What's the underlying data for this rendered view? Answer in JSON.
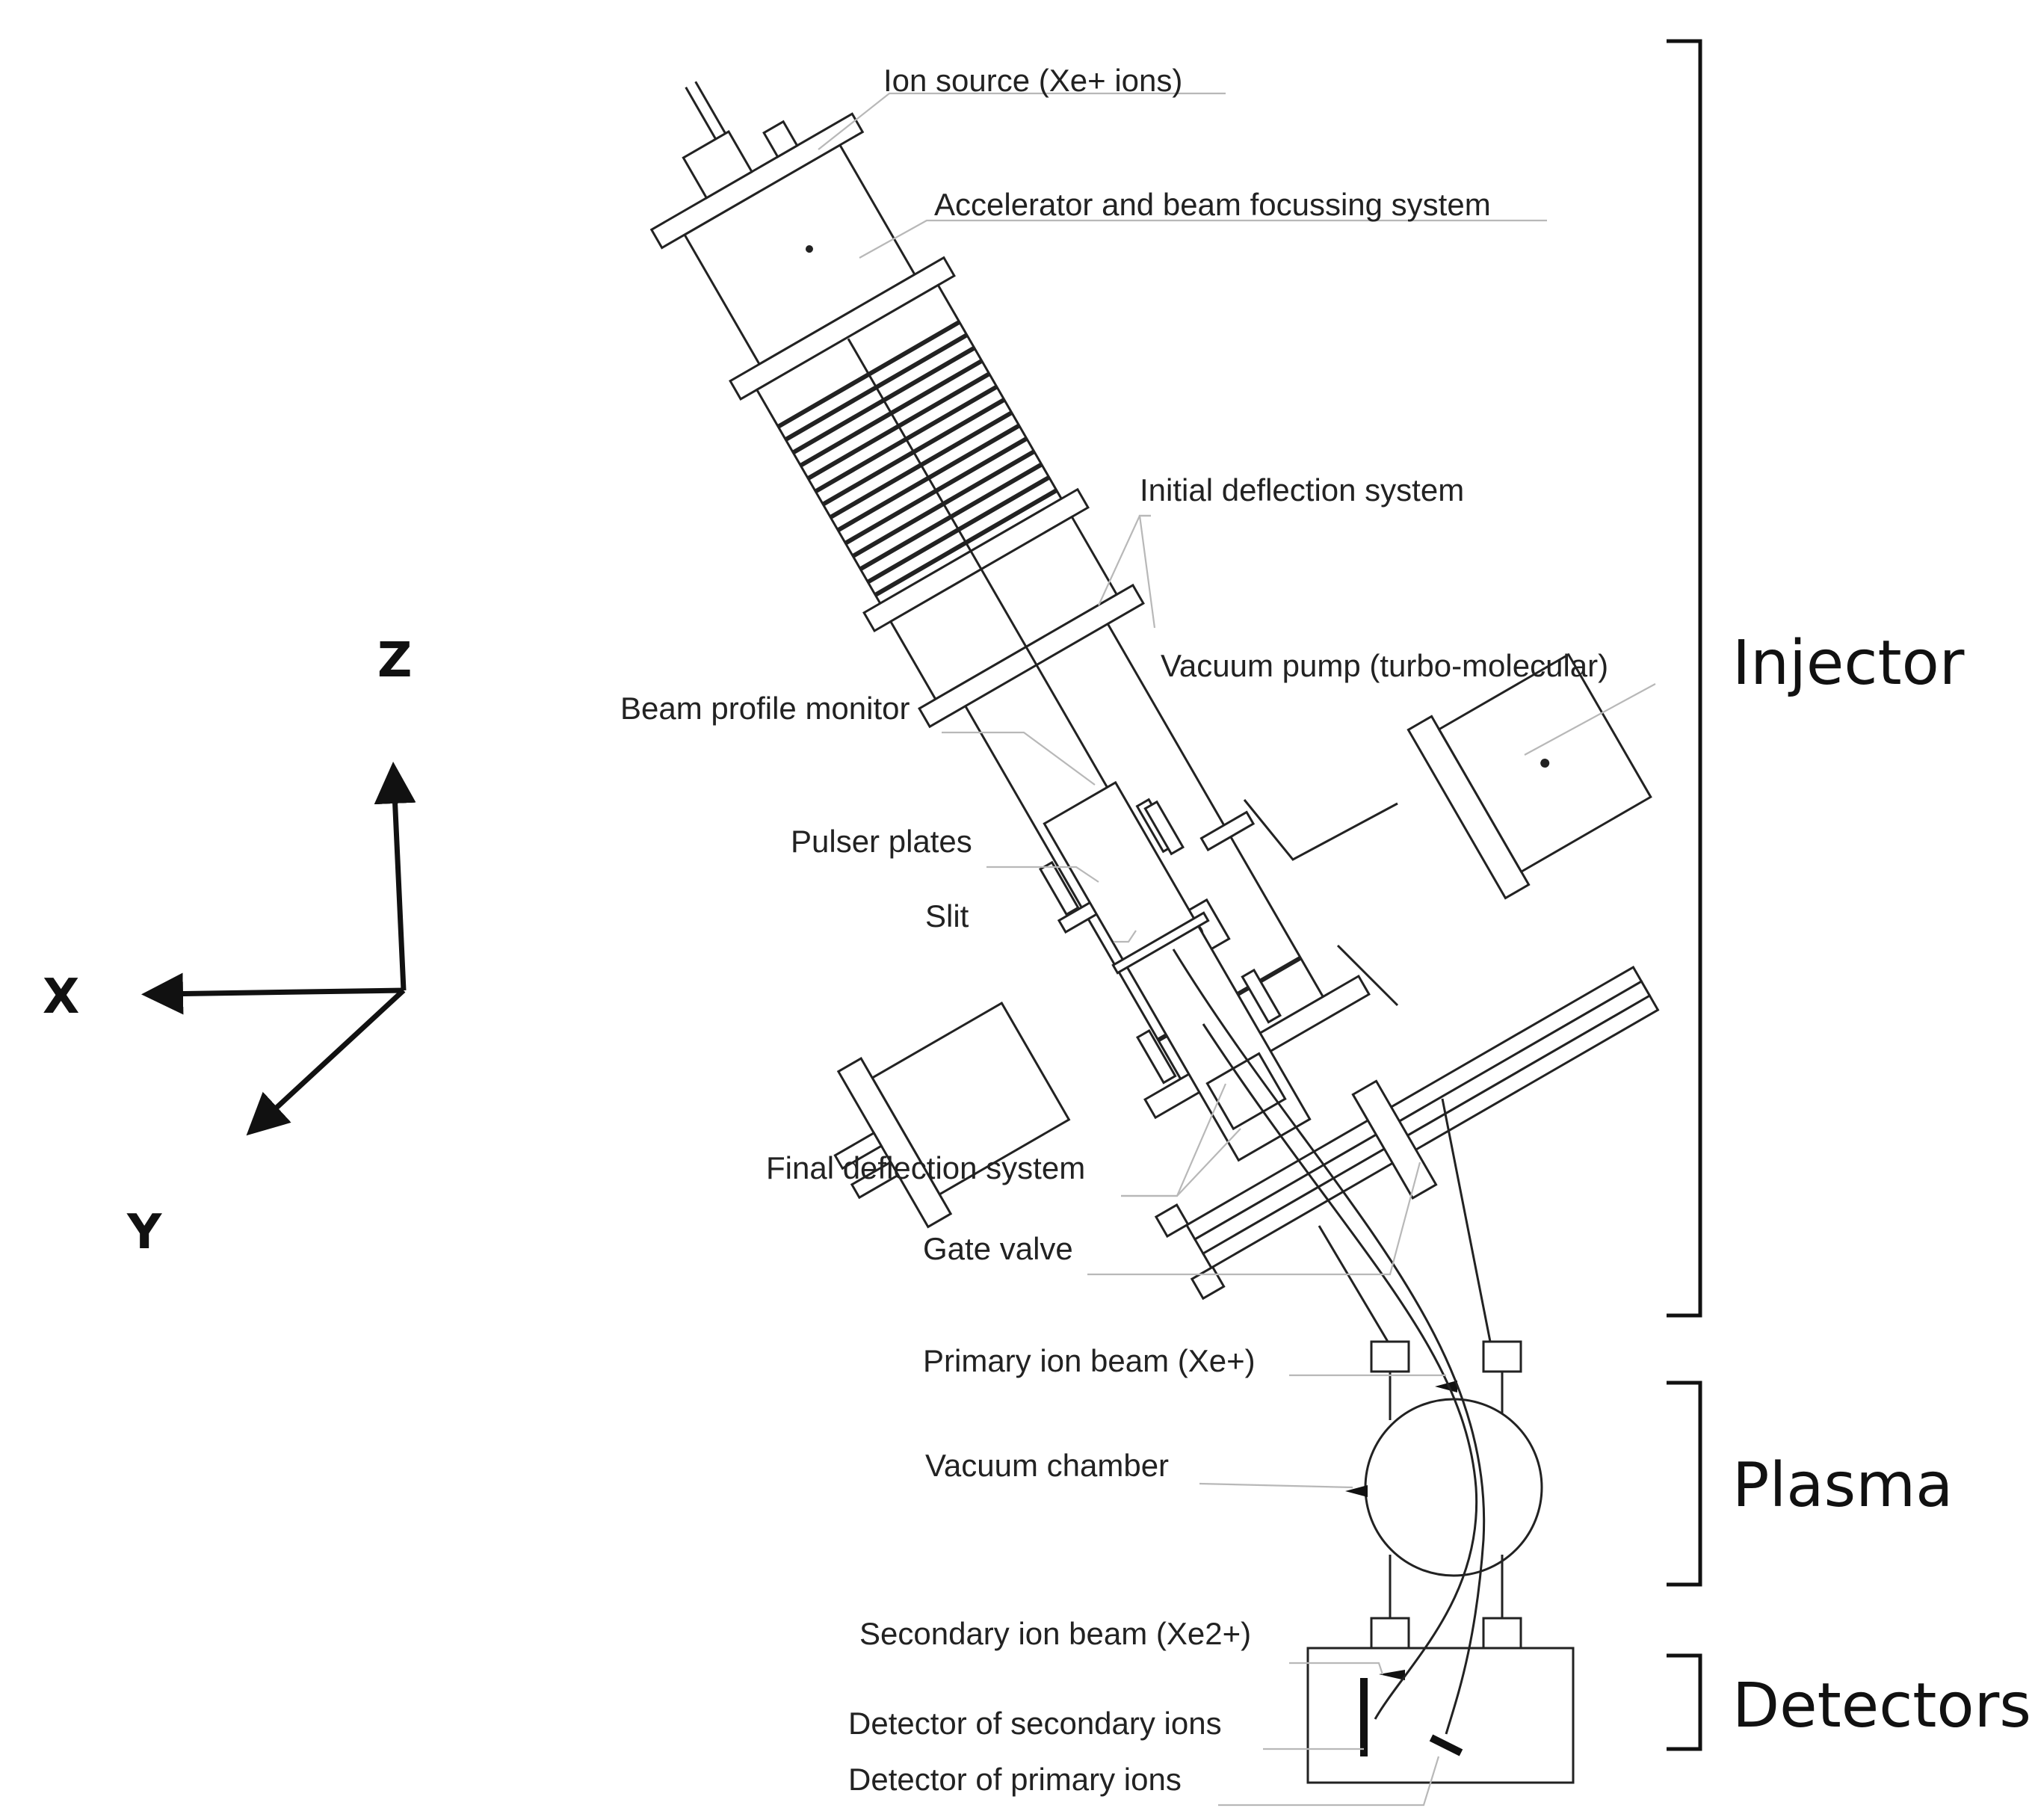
{
  "axes": {
    "z": "Z",
    "x": "X",
    "y": "Y"
  },
  "sections": {
    "injector": "Injector",
    "plasma": "Plasma",
    "detectors": "Detectors"
  },
  "labels": {
    "ion_source": "Ion source (Xe+  ions)",
    "accelerator": "Accelerator and beam focussing system",
    "initial_deflection": "Initial deflection system",
    "vacuum_pump": "Vacuum pump (turbo-molecular)",
    "beam_profile_monitor": "Beam profile monitor",
    "pulser_plates": "Pulser plates",
    "slit": "Slit",
    "final_deflection": "Final deflection system",
    "gate_valve": "Gate valve",
    "primary_ion_beam": "Primary ion beam (Xe+)",
    "vacuum_chamber": "Vacuum chamber",
    "secondary_ion_beam": "Secondary ion beam (Xe2+)",
    "detector_secondary": "Detector of secondary ions",
    "detector_primary": "Detector of primary ions"
  }
}
